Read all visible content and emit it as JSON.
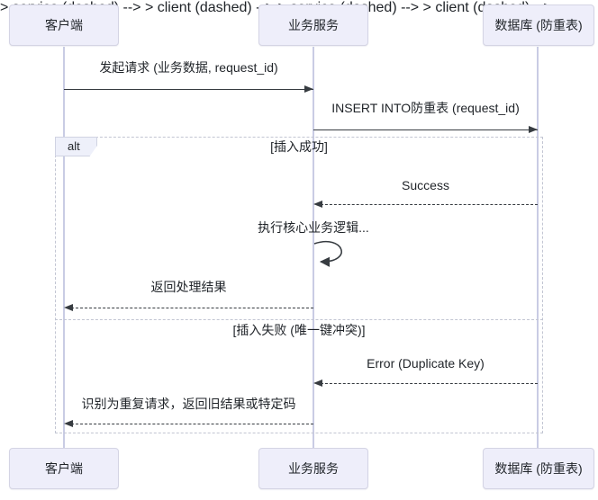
{
  "participants": [
    {
      "label": "客户端"
    },
    {
      "label": "业务服务"
    },
    {
      "label": "数据库 (防重表)"
    }
  ],
  "messages": {
    "request": "发起请求 (业务数据, request_id)",
    "insert": "INSERT INTO防重表 (request_id)",
    "success": "Success",
    "core_logic": "执行核心业务逻辑...",
    "return_result": "返回处理结果",
    "error": "Error (Duplicate Key)",
    "duplicate": "识别为重复请求，返回旧结果或特定码"
  },
  "alt_frame": {
    "tag": "alt",
    "case_success": "[插入成功]",
    "case_failure": "[插入失败 (唯一键冲突)]"
  },
  "colors": {
    "background": "#FFFFFF",
    "participant_fill": "#EEEEFA",
    "participant_border": "#D4D4E4",
    "lifeline": "#C9CCE4",
    "arrow": "#373C41",
    "frame_border": "#C2C5D2",
    "alt_tag_fill": "#EEF0FA",
    "text": "#1F2328"
  }
}
